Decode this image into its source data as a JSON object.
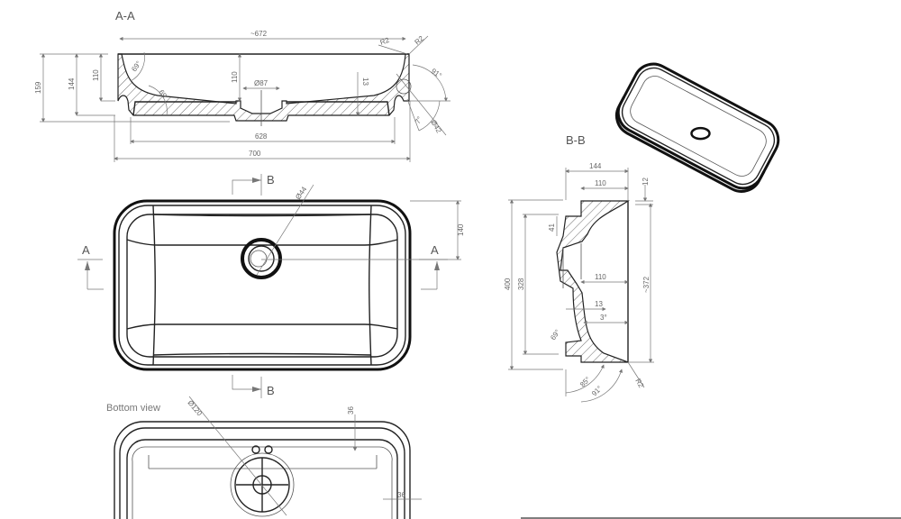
{
  "section_aa": {
    "title": "A-A",
    "dims": {
      "width_top": "~672",
      "width_total": "700",
      "width_bottom": "628",
      "height_159": "159",
      "height_144": "144",
      "height_110_left": "110",
      "height_110_center": "110",
      "drain_dia": "Ø87",
      "thickness_13": "13",
      "angle_69a": "69°",
      "angle_69b": "69",
      "angle_91": "91°",
      "angle_7": "7°",
      "radius_r2a": "R2",
      "radius_r2b": "R2",
      "dia_42": "Ø42"
    }
  },
  "top_view": {
    "marker_a_left": "A",
    "marker_a_right": "A",
    "marker_b_top": "B",
    "marker_b_bottom": "B",
    "dims": {
      "drain_dia": "Ø44",
      "offset_140": "140"
    }
  },
  "bottom_view": {
    "title": "Bottom view",
    "dims": {
      "dia_120": "Ø120",
      "inset_36_top": "36",
      "inset_36_side": "36"
    }
  },
  "section_bb": {
    "title": "B-B",
    "dims": {
      "depth_144": "144",
      "depth_110_top": "110",
      "rim_12": "12",
      "length_400": "400",
      "length_328": "328",
      "length_372": "~372",
      "step_41": "41",
      "depth_110_mid": "110",
      "thickness_13": "13",
      "angle_3": "3°",
      "angle_69": "69°",
      "angle_85": "85°",
      "angle_91": "91°",
      "radius_r2": "R2"
    }
  }
}
